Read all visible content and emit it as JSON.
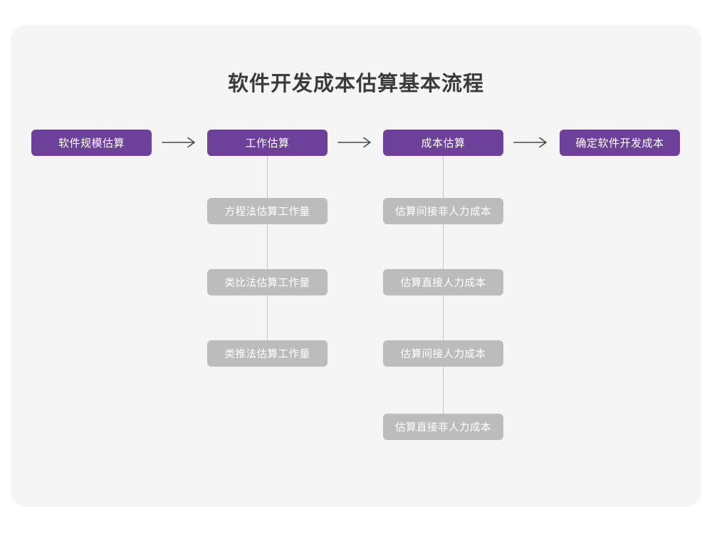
{
  "title": "软件开发成本估算基本流程",
  "colors": {
    "page_background": "#ffffff",
    "card_background": "#f5f5f5",
    "primary_node": "#6d4099",
    "secondary_node": "#bcbcbc",
    "title_text": "#3b3b3b",
    "node_text": "#ffffff",
    "connector_line": "#c4c4c4",
    "arrow": "#4a4a4a"
  },
  "chart_data": {
    "type": "diagram",
    "diagram_type": "flowchart",
    "title": "软件开发成本估算基本流程",
    "orientation": "left-to-right with vertical sub-steps",
    "stages": [
      {
        "id": "stage-1",
        "label": "软件规模估算",
        "level": "primary",
        "substeps": []
      },
      {
        "id": "stage-2",
        "label": "工作估算",
        "level": "primary",
        "substeps": [
          "方程法估算工作量",
          "类比法估算工作量",
          "类推法估算工作量"
        ]
      },
      {
        "id": "stage-3",
        "label": "成本估算",
        "level": "primary",
        "substeps": [
          "估算间接非人力成本",
          "估算直接人力成本",
          "估算间接人力成本",
          "估算直接非人力成本"
        ]
      },
      {
        "id": "stage-4",
        "label": "确定软件开发成本",
        "level": "primary",
        "substeps": []
      }
    ],
    "connectors": [
      {
        "from": "stage-1",
        "to": "stage-2",
        "glyph": "arrow-right"
      },
      {
        "from": "stage-2",
        "to": "stage-3",
        "glyph": "arrow-right"
      },
      {
        "from": "stage-3",
        "to": "stage-4",
        "glyph": "arrow-right"
      }
    ]
  },
  "stage1": {
    "label": "软件规模估算"
  },
  "stage2": {
    "label": "工作估算",
    "sub1": "方程法估算工作量",
    "sub2": "类比法估算工作量",
    "sub3": "类推法估算工作量"
  },
  "stage3": {
    "label": "成本估算",
    "sub1": "估算间接非人力成本",
    "sub2": "估算直接人力成本",
    "sub3": "估算间接人力成本",
    "sub4": "估算直接非人力成本"
  },
  "stage4": {
    "label": "确定软件开发成本"
  }
}
